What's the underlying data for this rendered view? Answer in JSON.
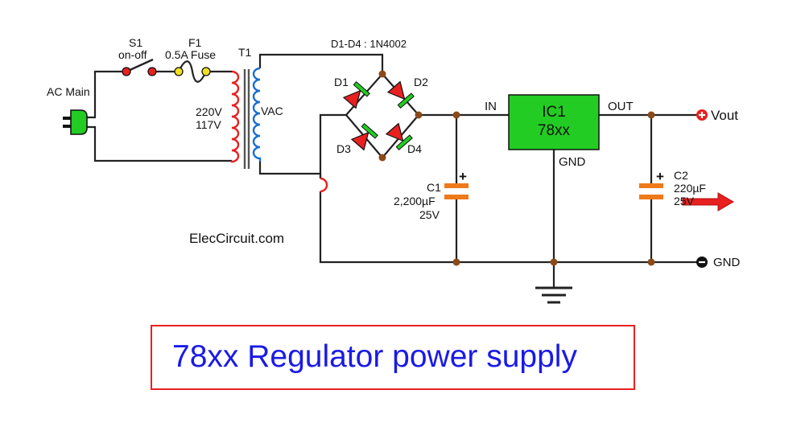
{
  "labels": {
    "ac_main": "AC Main",
    "s1": "S1",
    "s1_desc": "on-off",
    "f1": "F1",
    "f1_desc": "0.5A Fuse",
    "t1": "T1",
    "primary_v1": "220V",
    "primary_v2": "117V",
    "vac": "VAC",
    "diodes_spec": "D1-D4 : 1N4002",
    "d1": "D1",
    "d2": "D2",
    "d3": "D3",
    "d4": "D4",
    "c1": "C1",
    "c1_value": "2,200µF",
    "c1_voltage": "25V",
    "c1_plus": "+",
    "ic_in": "IN",
    "ic_out": "OUT",
    "ic_gnd": "GND",
    "ic_name": "IC1",
    "ic_part": "78xx",
    "c2": "C2",
    "c2_value": "220µF",
    "c2_voltage": "25V",
    "c2_plus": "+",
    "vout": "Vout",
    "gnd": "GND",
    "watermark": "ElecCircuit.com"
  },
  "title": "78xx Regulator power supply",
  "colors": {
    "ic_fill": "#22cc22",
    "diode_body": "#e82020",
    "diode_bar": "#22cc22",
    "capacitor": "#ee7a1a",
    "transformer_primary": "#e82020",
    "transformer_secondary": "#1a6fd0",
    "junction": "#8b4a1a",
    "switch_terminal": "#e82020",
    "fuse_terminal": "#f2e020",
    "plug": "#22cc22",
    "title_text": "#1a1ae6",
    "title_border": "#e82020",
    "output_arrow": "#e82020"
  }
}
